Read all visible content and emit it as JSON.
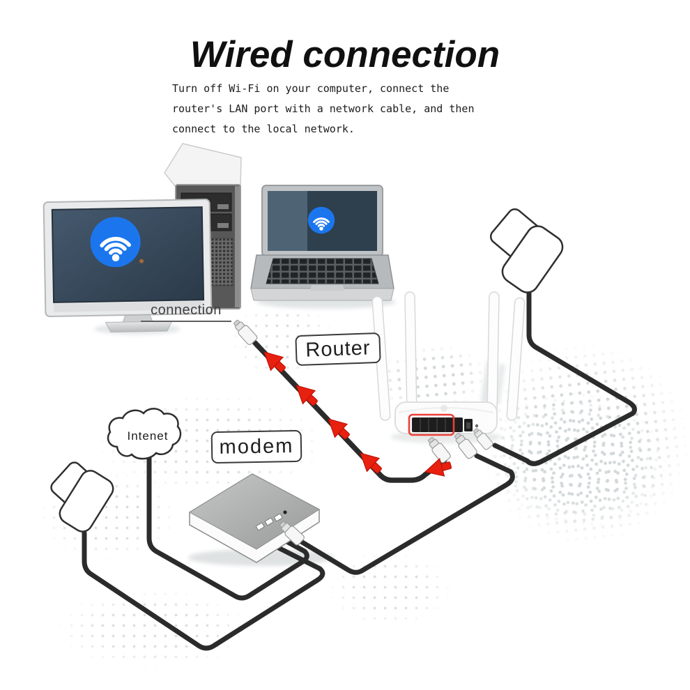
{
  "title": {
    "text": "Wired connection"
  },
  "instructions": {
    "line1": "Turn off Wi-Fi on your computer, connect the",
    "line2": "router's LAN port with a network cable, and then",
    "line3": "connect to the local network."
  },
  "labels": {
    "connection": "connection",
    "router": "Router",
    "modem": "modem",
    "internet_cloud": "Intenet"
  },
  "icons": {
    "wifi": "wifi-icon",
    "cloud": "internet-cloud-icon"
  },
  "colors": {
    "cable_black": "#2b2b2b",
    "arrow_red": "#e7200f",
    "wifi_blue": "#1b76ee",
    "lan_port_highlight_red": "#e8413a",
    "halftone_dot_gray": "#d3d8da"
  },
  "devices": {
    "desktop_monitor": "desktop computer monitor with wifi icon",
    "tower": "desktop pc tower",
    "laptop": "laptop with wifi icon",
    "router": "wireless router with four antennas",
    "modem": "modem",
    "power_adapter_router": "router power adapter",
    "power_adapter_modem": "modem power adapter"
  },
  "cables": {
    "lan_cable": "LAN network cable with red direction arrows",
    "wan_cable": "modem to router WAN cable",
    "router_power_cable": "router power cable",
    "modem_power_cable": "modem power cable",
    "internet_line": "internet line from cloud to modem"
  }
}
